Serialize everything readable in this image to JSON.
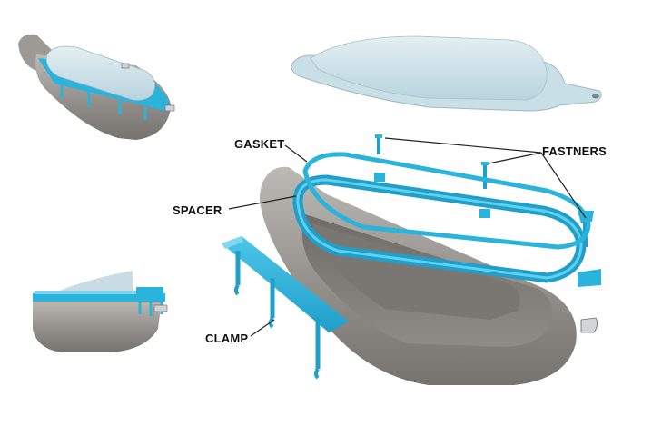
{
  "labels": {
    "gasket": "GASKET",
    "fastners": "FASTNERS",
    "spacer": "SPACER",
    "clamp": "CLAMP"
  },
  "colors": {
    "accent_blue": "#2ab4dc",
    "light_blue": "#cfe6ee",
    "housing_gray": "#9a9792",
    "leader_line": "#222222"
  }
}
